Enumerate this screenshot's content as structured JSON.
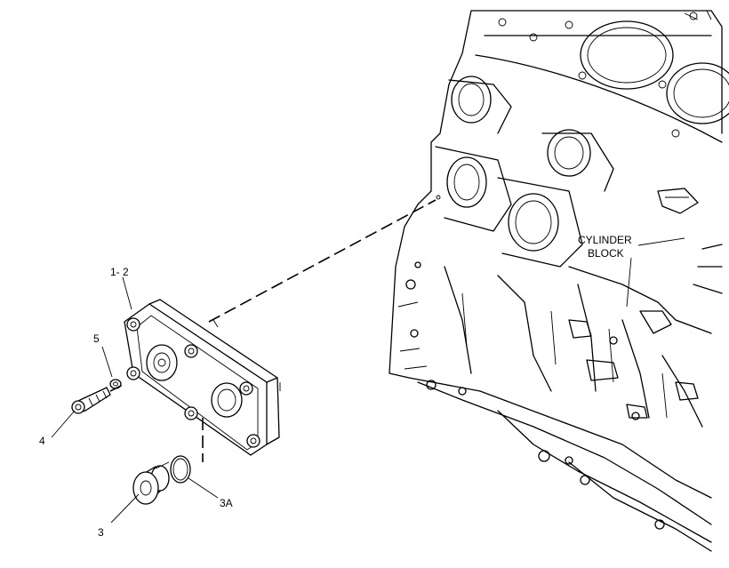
{
  "callouts": [
    {
      "id": "cylinder-block",
      "line1": "CYLINDER",
      "line2": "BLOCK"
    },
    {
      "id": "1-2",
      "text": "1- 2"
    },
    {
      "id": "5",
      "text": "5"
    },
    {
      "id": "4",
      "text": "4"
    },
    {
      "id": "3",
      "text": "3"
    },
    {
      "id": "3A",
      "text": "3A"
    }
  ]
}
